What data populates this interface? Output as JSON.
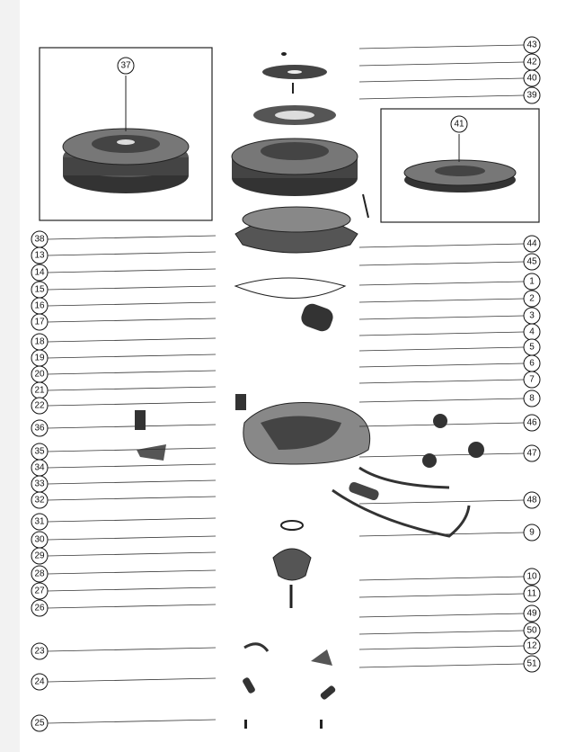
{
  "diagram": {
    "left_callouts": [
      "38",
      "13",
      "14",
      "15",
      "16",
      "17",
      "18",
      "19",
      "20",
      "21",
      "22",
      "36",
      "35",
      "34",
      "33",
      "32",
      "31",
      "30",
      "29",
      "28",
      "27",
      "26",
      "23",
      "24",
      "25"
    ],
    "right_callouts": [
      "43",
      "42",
      "40",
      "39",
      "44",
      "45",
      "1",
      "2",
      "3",
      "4",
      "5",
      "6",
      "7",
      "8",
      "46",
      "47",
      "48",
      "9",
      "10",
      "11",
      "49",
      "50",
      "12",
      "51"
    ],
    "inset_left_label": "37",
    "inset_right_label": "41"
  }
}
